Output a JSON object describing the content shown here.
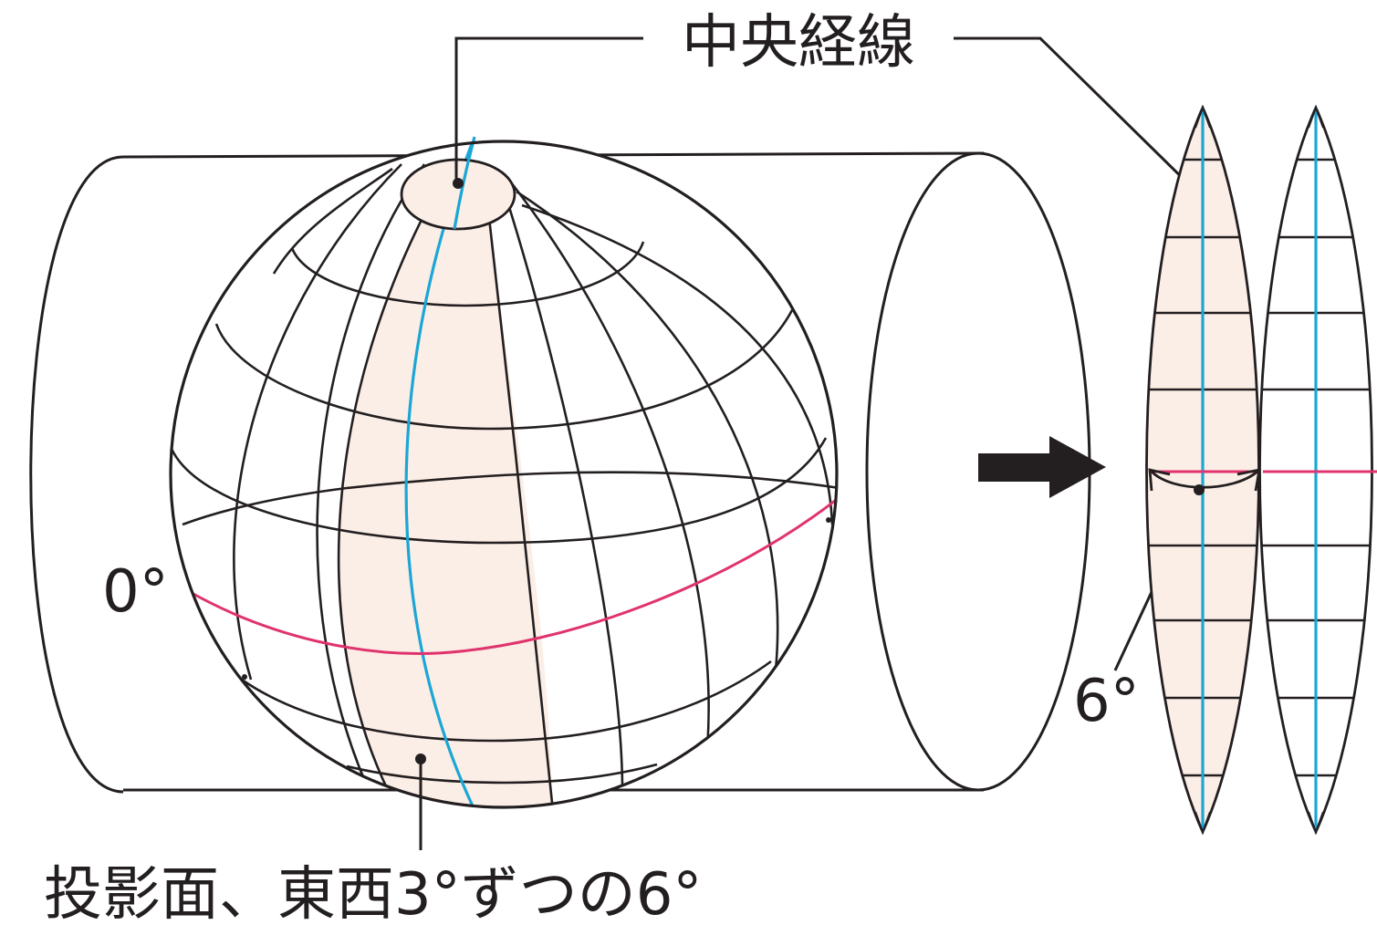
{
  "labels": {
    "central_meridian": "中央経線",
    "equator": "0°",
    "gore_angle": "6°",
    "projection_surface": "投影面、東西3°ずつの6°"
  },
  "colors": {
    "ink": "#231f20",
    "central_meridian_line": "#1ba6d6",
    "equator_line": "#e0336e",
    "shaded_zone": "#fbeee6",
    "arrow": "#231f20"
  },
  "icons": {
    "direction_arrow": "right-arrow-icon"
  }
}
